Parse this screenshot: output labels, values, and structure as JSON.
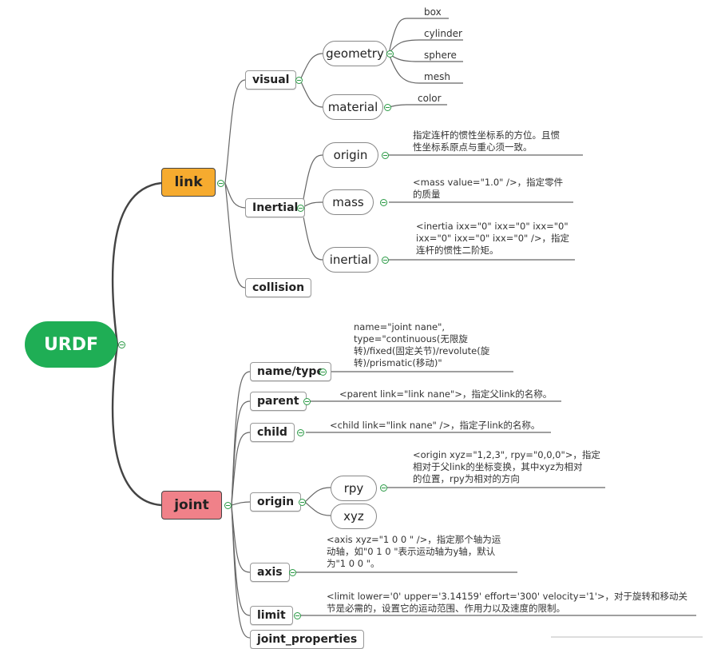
{
  "root": {
    "label": "URDF"
  },
  "link": {
    "label": "link",
    "visual": {
      "label": "visual",
      "geometry": {
        "label": "geometry",
        "items": [
          "box",
          "cylinder",
          "sphere",
          "mesh"
        ]
      },
      "material": {
        "label": "material",
        "items": [
          "color"
        ]
      }
    },
    "inertial": {
      "label": "Inertial",
      "origin": {
        "label": "origin",
        "note": "指定连杆的惯性坐标系的方位。且惯\n性坐标系原点与重心须一致。"
      },
      "mass": {
        "label": "mass",
        "note": "<mass value=\"1.0\" />，指定零件\n的质量"
      },
      "inertia": {
        "label": "inertial",
        "note": "<inertia ixx=\"0\" ixx=\"0\" ixx=\"0\"\nixx=\"0\" ixx=\"0\" ixx=\"0\" />，指定\n连杆的惯性二阶矩。"
      }
    },
    "collision": {
      "label": "collision"
    }
  },
  "joint": {
    "label": "joint",
    "name_type": {
      "label": "name/type",
      "note": "name=\"joint nane\",\ntype=\"continuous(无限旋\n转)/fixed(固定关节)/revolute(旋\n转)/prismatic(移动)\""
    },
    "parent": {
      "label": "parent",
      "note": "<parent link=\"link nane\">，指定父link的名称。"
    },
    "child": {
      "label": "child",
      "note": "<child link=\"link nane\" />，指定子link的名称。"
    },
    "origin": {
      "label": "origin",
      "rpy": {
        "label": "rpy",
        "note": "<origin xyz=\"1,2,3\", rpy=\"0,0,0\">，指定\n相对于父link的坐标变换，其中xyz为相对\n的位置，rpy为相对的方向"
      },
      "xyz": {
        "label": "xyz"
      }
    },
    "axis": {
      "label": "axis",
      "note": "<axis xyz=\"1 0 0 \" />，指定那个轴为运\n动轴，如\"0 1 0 \"表示运动轴为y轴，默认\n为\"1 0 0 \"。"
    },
    "limit": {
      "label": "limit",
      "note": "<limit lower='0' upper='3.14159' effort='300' velocity='1'>，对于旋转和移动关\n节是必需的，设置它的运动范围、作用力以及速度的限制。"
    },
    "joint_properties": {
      "label": "joint_properties"
    }
  },
  "colors": {
    "root": "#1fae55",
    "link": "#f6ab2f",
    "joint": "#f08189",
    "line": "#555555",
    "connector": "#2a9a45"
  }
}
